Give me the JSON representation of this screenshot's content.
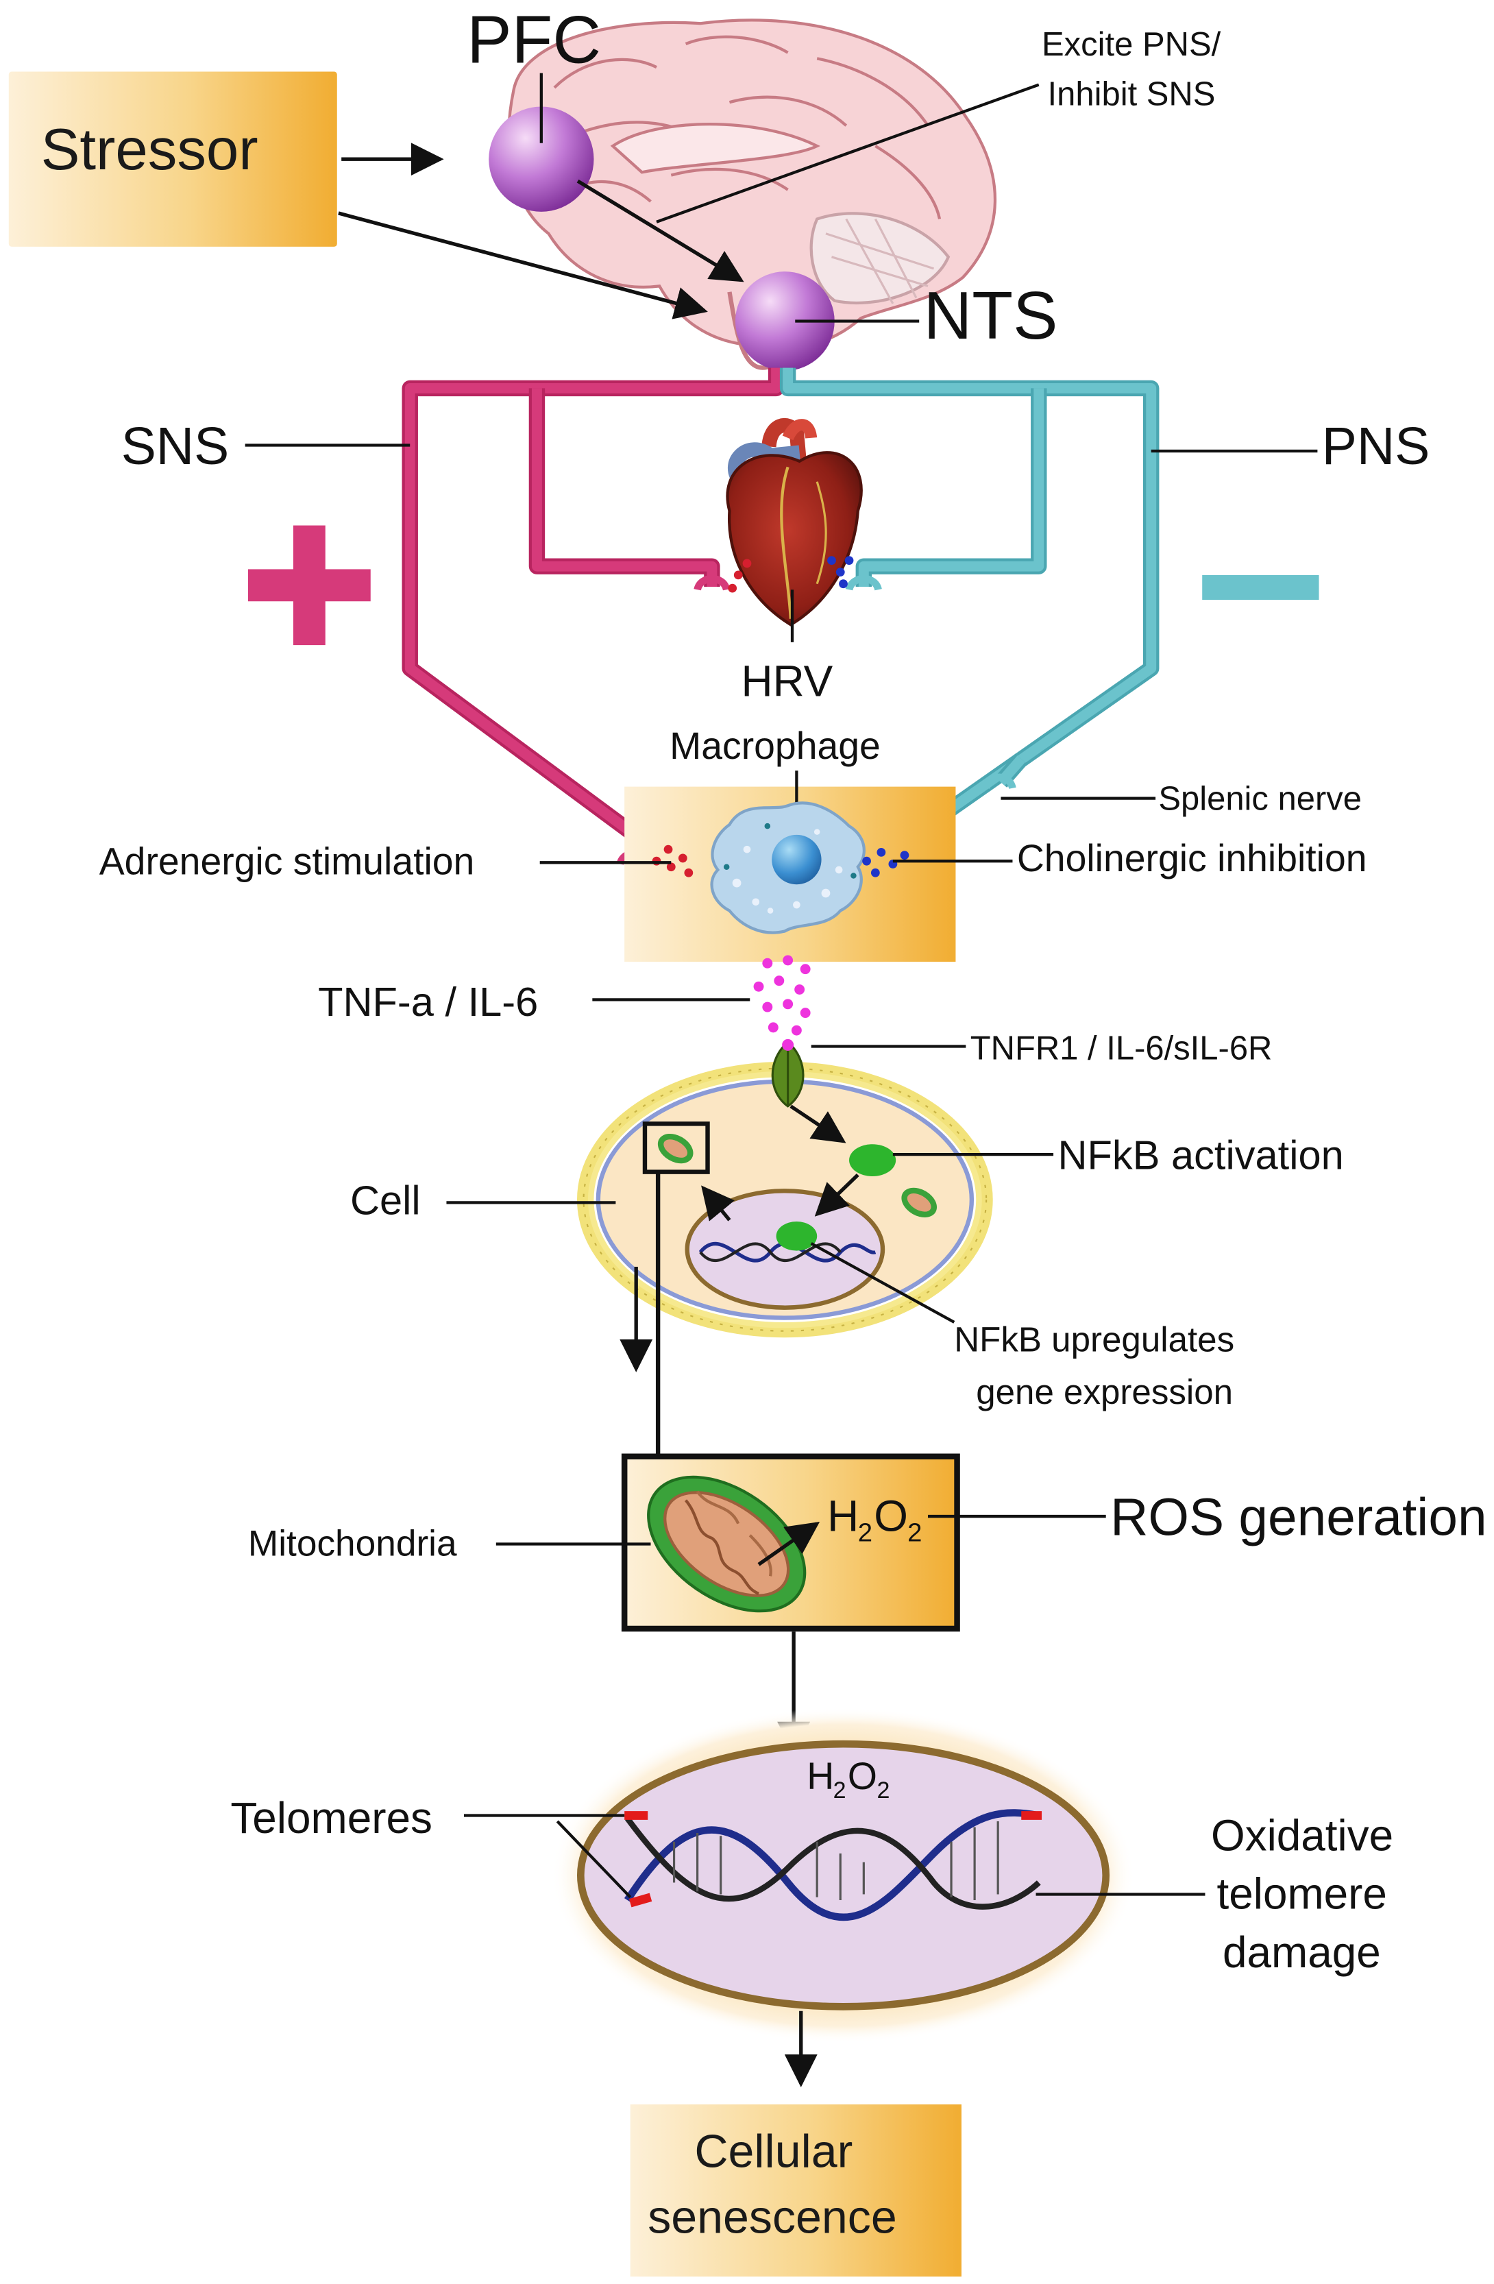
{
  "labels": {
    "stressor": "Stressor",
    "pfc": "PFC",
    "excite_line1": "Excite PNS/",
    "excite_line2": "Inhibit SNS",
    "nts": "NTS",
    "sns": "SNS",
    "pns": "PNS",
    "plus": "+",
    "hrv": "HRV",
    "macrophage": "Macrophage",
    "splenic_nerve": "Splenic nerve",
    "adrenergic": "Adrenergic stimulation",
    "cholinergic": "Cholinergic inhibition",
    "tnf": "TNF-a / IL-6",
    "tnfr": "TNFR1 / IL-6/sIL-6R",
    "nfkb_activation": "NFkB activation",
    "cell": "Cell",
    "nfkb_up_line1": "NFkB upregulates",
    "nfkb_up_line2": "gene expression",
    "mitochondria": "Mitochondria",
    "h2o2_main": "H",
    "h2o2_sub1": "2",
    "h2o2_o": "O",
    "h2o2_sub2": "2",
    "ros": "ROS generation",
    "h2o2b_main": "H",
    "h2o2b_sub1": "2",
    "h2o2b_o": "O",
    "h2o2b_sub2": "2",
    "telomeres": "Telomeres",
    "oxidative_line1": "Oxidative",
    "oxidative_line2": "telomere",
    "oxidative_line3": "damage",
    "senescence_line1": "Cellular",
    "senescence_line2": "senescence"
  },
  "colors": {
    "sns": "#d63a7a",
    "pns": "#6bc3cc",
    "box_light": "#fbe9c8",
    "box_dark": "#f2b33d",
    "sphere": "#a84fbf",
    "membrane": "#f2e27a",
    "mito_green": "#3aa23a",
    "cytokine": "#ee33dd",
    "nfkb": "#2db52d",
    "telomere": "#e31b1b",
    "dna_blue": "#1f2d8c",
    "nucleus_fill": "#e6d4ea",
    "nucleus_ring": "#8c6a2f"
  },
  "icons": [
    "brain-icon",
    "heart-icon",
    "macrophage-icon",
    "receptor-icon",
    "mitochondria-icon",
    "dna-helix-icon"
  ]
}
